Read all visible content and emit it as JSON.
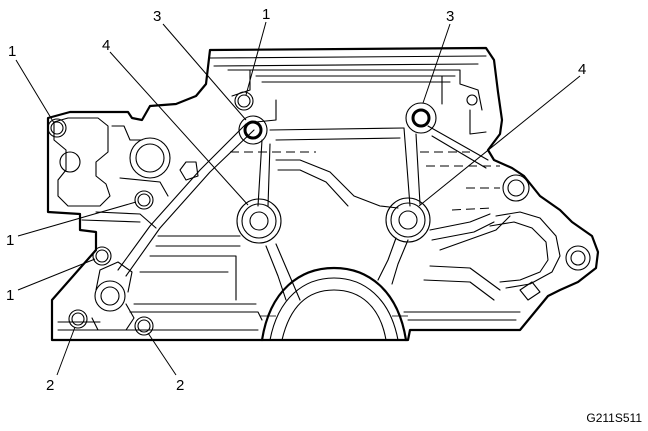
{
  "figure_id": "G211S511",
  "colors": {
    "line": "#000000",
    "background": "#ffffff"
  },
  "callouts": [
    {
      "id": "c1a",
      "label": "1"
    },
    {
      "id": "c1b",
      "label": "1"
    },
    {
      "id": "c1c",
      "label": "1"
    },
    {
      "id": "c1d",
      "label": "1"
    },
    {
      "id": "c2a",
      "label": "2"
    },
    {
      "id": "c2b",
      "label": "2"
    },
    {
      "id": "c3a",
      "label": "3"
    },
    {
      "id": "c3b",
      "label": "3"
    },
    {
      "id": "c4a",
      "label": "4"
    },
    {
      "id": "c4b",
      "label": "4"
    }
  ]
}
